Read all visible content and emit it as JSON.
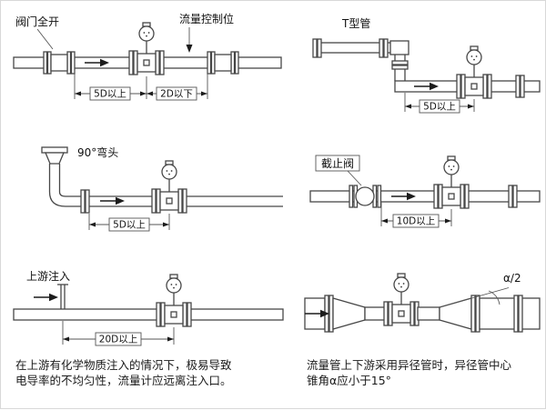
{
  "panels": {
    "valve_open": {
      "label_valve": "阀门全开",
      "label_control": "流量控制位",
      "dim_upstream": "5D以上",
      "dim_downstream": "2D以下"
    },
    "t_pipe": {
      "label": "T型管",
      "dim": "5D以上"
    },
    "elbow": {
      "label": "90°弯头",
      "dim": "5D以上"
    },
    "stop_valve": {
      "label": "截止阀",
      "dim": "10D以上"
    },
    "injection": {
      "label": "上游注入",
      "dim": "20D以上",
      "caption1": "在上游有化学物质注入的情况下，极易导致",
      "caption2": "电导率的不均匀性，流量计应远离注入口。"
    },
    "reducer": {
      "angle_label": "α/2",
      "caption1": "流量管上下游采用异径管时，异径管中心",
      "caption2": "锥角α应小于15°"
    }
  }
}
